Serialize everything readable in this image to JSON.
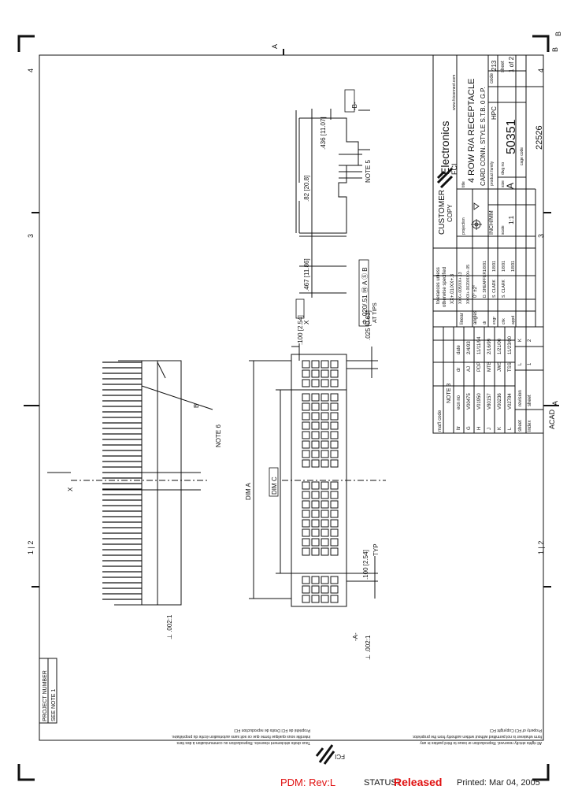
{
  "zones": {
    "top_a": "A",
    "top_b": "B",
    "left_4": "4",
    "left_3": "3",
    "left_12": "1 | 2",
    "right_4": "4",
    "right_3": "3",
    "right_12": "1 | 2",
    "right_b": "B",
    "right_a": "A"
  },
  "title_block": {
    "company": "Electronics",
    "company_sub": "FCI",
    "website": "www.fciconnect.com",
    "title_label": "title",
    "title_line1": "4 ROW R/A RECEPTACLE",
    "title_line2": "CARD CONN. STYLE S.T.B. 0 G.P.",
    "product_family_label": "product family",
    "product_family": "HPC",
    "code_label": "code",
    "code": "213",
    "sheet_label": "sheet",
    "sheet": "1 of 2",
    "size_label": "size",
    "dwg_no_label": "dwg no",
    "size": "A",
    "dwg_no": "50351",
    "cage_code_label": "cage code",
    "cage_code": "22526",
    "customer_label": "CUSTOMER",
    "customer_sub": "COPY",
    "projection_label": "projection",
    "units": "INCH/MM",
    "scale_label": "scale",
    "scale": "1:1",
    "tolerances_1": "tolerances unless",
    "tolerances_2": "otherwise specified",
    "tol_xx": "XX+.01/XX+.3",
    "tol_xxx": "XXX+.005/XX+.13",
    "tol_xxxx": "XXXX+.0020/XXX+.05",
    "linear_label": "linear",
    "angles_label": "angles",
    "angles": "0° ±2°",
    "dr_label": "dr",
    "dr_name": "D. SHEAFFER",
    "dr_date": "1/8/91",
    "engr_label": "engr",
    "engr_name": "S. CLARK",
    "engr_date": "1/8/91",
    "chk_label": "chk",
    "chk_name": "S. CLARK",
    "chk_date": "1/8/91",
    "appd_label": "appd",
    "appd_date": "1/8/91",
    "tol_profile": "Φ .020/.51 Ⓜ A Ⓢ B",
    "at_tips": "AT TIPS"
  },
  "revisions": {
    "header": [
      "ltr",
      "ecn no",
      "dr",
      "date"
    ],
    "rows": [
      {
        "ltr": "G",
        "ecn": "V00475",
        "dr": "AJ",
        "date": "2/4/93"
      },
      {
        "ltr": "H",
        "ecn": "V01950",
        "dr": "PDP",
        "date": "11/11/94"
      },
      {
        "ltr": "J",
        "ecn": "V80157",
        "dr": "MTB",
        "date": "2/16/99"
      },
      {
        "ltr": "K",
        "ecn": "V00236",
        "dr": "JWS",
        "date": "1/21/00"
      },
      {
        "ltr": "L",
        "ecn": "V02784",
        "dr": "TSS",
        "date": "11/23/00"
      }
    ],
    "mat_code_label": "mat'l code",
    "mat_code_value": "NOTE 3",
    "sheet_label": "sheet",
    "revision_label": "revision",
    "index_label": "index",
    "sheet_cells": [
      "1",
      "2"
    ],
    "revision_cells": [
      "L",
      "K"
    ],
    "acad": "ACAD"
  },
  "dims": {
    "d436": ".436 [11.07]",
    "d82": ".82 [20.8]",
    "d467": ".467 [11.86]",
    "d100_top": ".100 [2.54]",
    "d025": ".025 [0.63]",
    "d100_bottom": ".100 [2.54]",
    "typ": "TYP",
    "dim_a": "DIM A",
    "dim_c": "DIM C",
    "tol_top": "⊥ .002:1",
    "tol_bottom": "⊥ .002:1",
    "datum_b": "-B-",
    "datum_a": "-A-",
    "note5": "NOTE 5",
    "note6": "NOTE 6",
    "note_b_left": "B",
    "x_left": "X",
    "x_right": "X"
  },
  "project": {
    "label": "PROJECT NUMBER",
    "value": "SEE NOTE 1"
  },
  "disclaimer": {
    "en1": "All rights strictly reserved. Reproduction or issue to third parties in any",
    "en2": "form whatever is not permitted without written authority from the proprietor.",
    "en3": "Property of FCI   Copyright FCI",
    "fr1": "Tous droits strictement réservés. Reproduction ou communication à des tiers",
    "fr2": "interdite sous quelque forme que ce soit sans autorisation écrite du propriétaire.",
    "fr3": "Propriété de FCI   Droits de reproduction FCI",
    "logo_text": "FCI"
  },
  "footer": {
    "pdm": "PDM: Rev:L",
    "status_label": "STATUS:",
    "status_value": "Released",
    "printed": "Printed: Mar 04, 2005"
  },
  "colors": {
    "accent_red": "#e01010",
    "ink": "#111111"
  }
}
